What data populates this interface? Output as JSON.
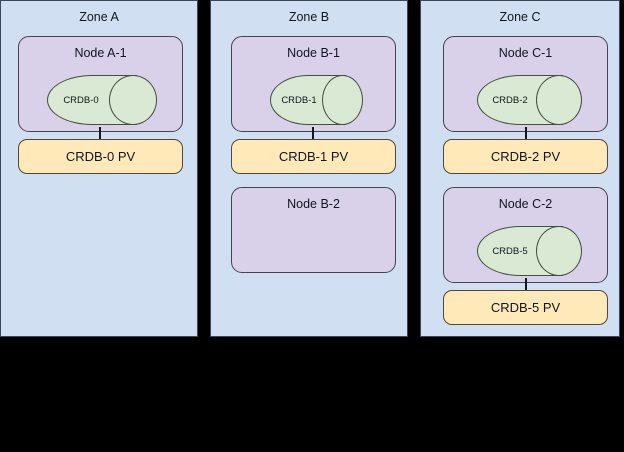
{
  "diagram": {
    "background_color": "#000000",
    "zone_fill": "#d0e0f2",
    "node_fill": "#d9d0ea",
    "db_fill": "#d9e9d3",
    "pv_fill": "#ffe9b8",
    "stroke_color": "#3c4858"
  },
  "zones": [
    {
      "id": "zone-a",
      "title": "Zone A",
      "nodes": [
        {
          "id": "node-a-1",
          "title": "Node A-1",
          "database": {
            "id": "crdb-0",
            "label": "CRDB-0"
          },
          "volume": {
            "id": "crdb-0-pv",
            "label": "CRDB-0 PV"
          }
        }
      ]
    },
    {
      "id": "zone-b",
      "title": "Zone B",
      "nodes": [
        {
          "id": "node-b-1",
          "title": "Node B-1",
          "database": {
            "id": "crdb-1",
            "label": "CRDB-1"
          },
          "volume": {
            "id": "crdb-1-pv",
            "label": "CRDB-1 PV"
          }
        },
        {
          "id": "node-b-2",
          "title": "Node B-2",
          "database": null,
          "volume": null
        }
      ]
    },
    {
      "id": "zone-c",
      "title": "Zone C",
      "nodes": [
        {
          "id": "node-c-1",
          "title": "Node C-1",
          "database": {
            "id": "crdb-2",
            "label": "CRDB-2"
          },
          "volume": {
            "id": "crdb-2-pv",
            "label": "CRDB-2 PV"
          }
        },
        {
          "id": "node-c-2",
          "title": "Node C-2",
          "database": {
            "id": "crdb-5",
            "label": "CRDB-5"
          },
          "volume": {
            "id": "crdb-5-pv",
            "label": "CRDB-5 PV"
          }
        }
      ]
    }
  ]
}
